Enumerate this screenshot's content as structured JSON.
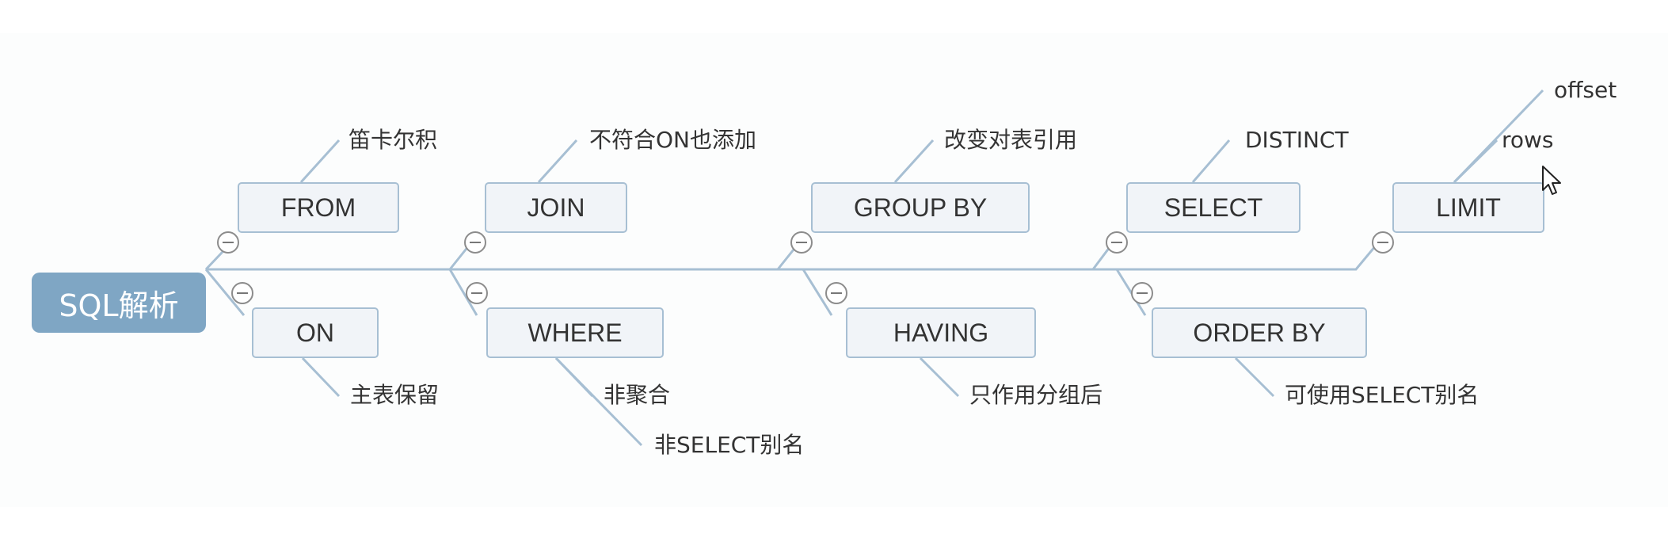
{
  "root": {
    "label": "SQL解析"
  },
  "topics": {
    "from": {
      "label": "FROM",
      "note": "笛卡尔积"
    },
    "on": {
      "label": "ON",
      "note": "主表保留"
    },
    "join": {
      "label": "JOIN",
      "note": "不符合ON也添加"
    },
    "where": {
      "label": "WHERE",
      "notes": [
        "非聚合",
        "非SELECT别名"
      ]
    },
    "group_by": {
      "label": "GROUP BY",
      "note": "改变对表引用"
    },
    "having": {
      "label": "HAVING",
      "note": "只作用分组后"
    },
    "select": {
      "label": "SELECT",
      "note": "DISTINCT"
    },
    "order_by": {
      "label": "ORDER BY",
      "note": "可使用SELECT别名"
    },
    "limit": {
      "label": "LIMIT",
      "notes": [
        "offset",
        "rows"
      ]
    }
  },
  "colors": {
    "root_fill": "#7fa6c4",
    "topic_fill": "#f1f4f8",
    "topic_border": "#a7bfd3",
    "line": "#a7bfd3",
    "text": "#333333"
  },
  "icons": {
    "collapse": "collapse-minus-icon",
    "cursor": "mouse-pointer-icon"
  }
}
